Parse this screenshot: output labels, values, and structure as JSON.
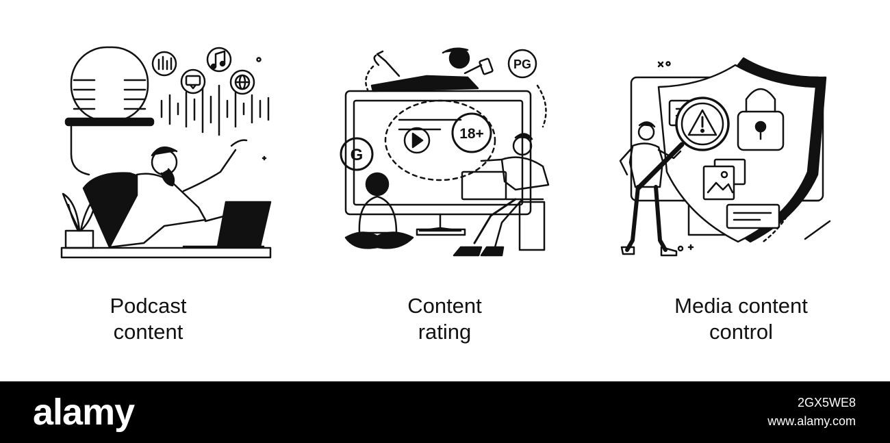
{
  "panels": [
    {
      "caption_line1": "Podcast",
      "caption_line2": "content",
      "icons": [
        "microphone-icon",
        "equalizer-icon",
        "music-note-icon",
        "chat-bubble-icon",
        "globe-icon",
        "laptop-icon",
        "plant-icon"
      ]
    },
    {
      "caption_line1": "Content",
      "caption_line2": "rating",
      "badges": {
        "pg": "PG",
        "adult": "18+",
        "general": "G"
      },
      "icons": [
        "monitor-icon",
        "play-icon",
        "tablet-icon",
        "laptop-icon"
      ]
    },
    {
      "caption_line1": "Media content",
      "caption_line2": "control",
      "icons": [
        "shield-icon",
        "padlock-icon",
        "magnifier-icon",
        "warning-icon",
        "image-icon",
        "monitor-icon"
      ]
    }
  ],
  "footer": {
    "brand": "alamy",
    "stock_id": "2GX5WE8",
    "url": "www.alamy.com"
  },
  "colors": {
    "ink": "#111111",
    "background": "#ffffff",
    "footer_bg": "#000000",
    "footer_text": "#ffffff"
  }
}
